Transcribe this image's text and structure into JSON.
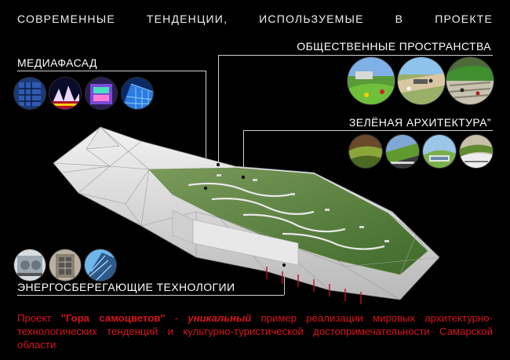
{
  "header": {
    "title": "СОВРЕМЕННЫЕ ТЕНДЕНЦИИ, ИСПОЛЬЗУЕМЫЕ В ПРОЕКТЕ"
  },
  "labels": {
    "mediafacade": "МЕДИАФАСАД",
    "public_spaces": "ОБЩЕСТВЕННЫЕ ПРОСТРАНСТВА",
    "green_architecture": "ЗЕЛЁНАЯ АРХИТЕКТУРА”",
    "energy_saving": "ЭНЕРГОСБЕРЕГАЮЩИЕ ТЕХНОЛОГИИ"
  },
  "description": {
    "part1": "Проект ",
    "project_name": "\"Гора самоцветов\"",
    "part2": " - ",
    "emphasis": "уникальный",
    "part3": " пример реализации мировых архитектурно-технологических тенденций и культурно-туристической достопримечательности Самарской области"
  },
  "colors": {
    "background": "#000000",
    "accent_red": "#d8141c",
    "text": "#ffffff"
  }
}
